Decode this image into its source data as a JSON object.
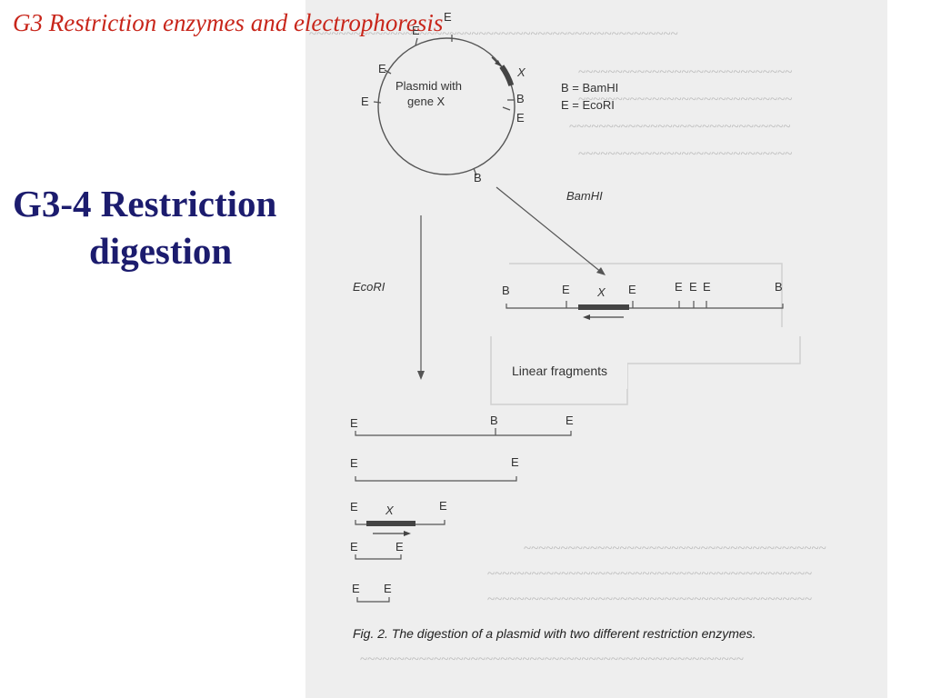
{
  "slide": {
    "header": "G3 Restriction enzymes and electrophoresis",
    "title_line1": "G3-4 Restriction",
    "title_line2": "digestion"
  },
  "figure": {
    "plasmid_label_line1": "Plasmid with",
    "plasmid_label_line2": "gene X",
    "gene_label": "X",
    "site_e": "E",
    "site_b": "B",
    "legend_b": "B = BamHI",
    "legend_e": "E = EcoRI",
    "bamhi_label": "BamHI",
    "ecori_label": "EcoRI",
    "linear_fragments_label": "Linear fragments",
    "caption": "Fig. 2. The digestion of a plasmid with two different restriction enzymes."
  },
  "colors": {
    "header": "#c8261b",
    "title": "#1c1c6e",
    "scan_bg": "#eeeeee"
  }
}
